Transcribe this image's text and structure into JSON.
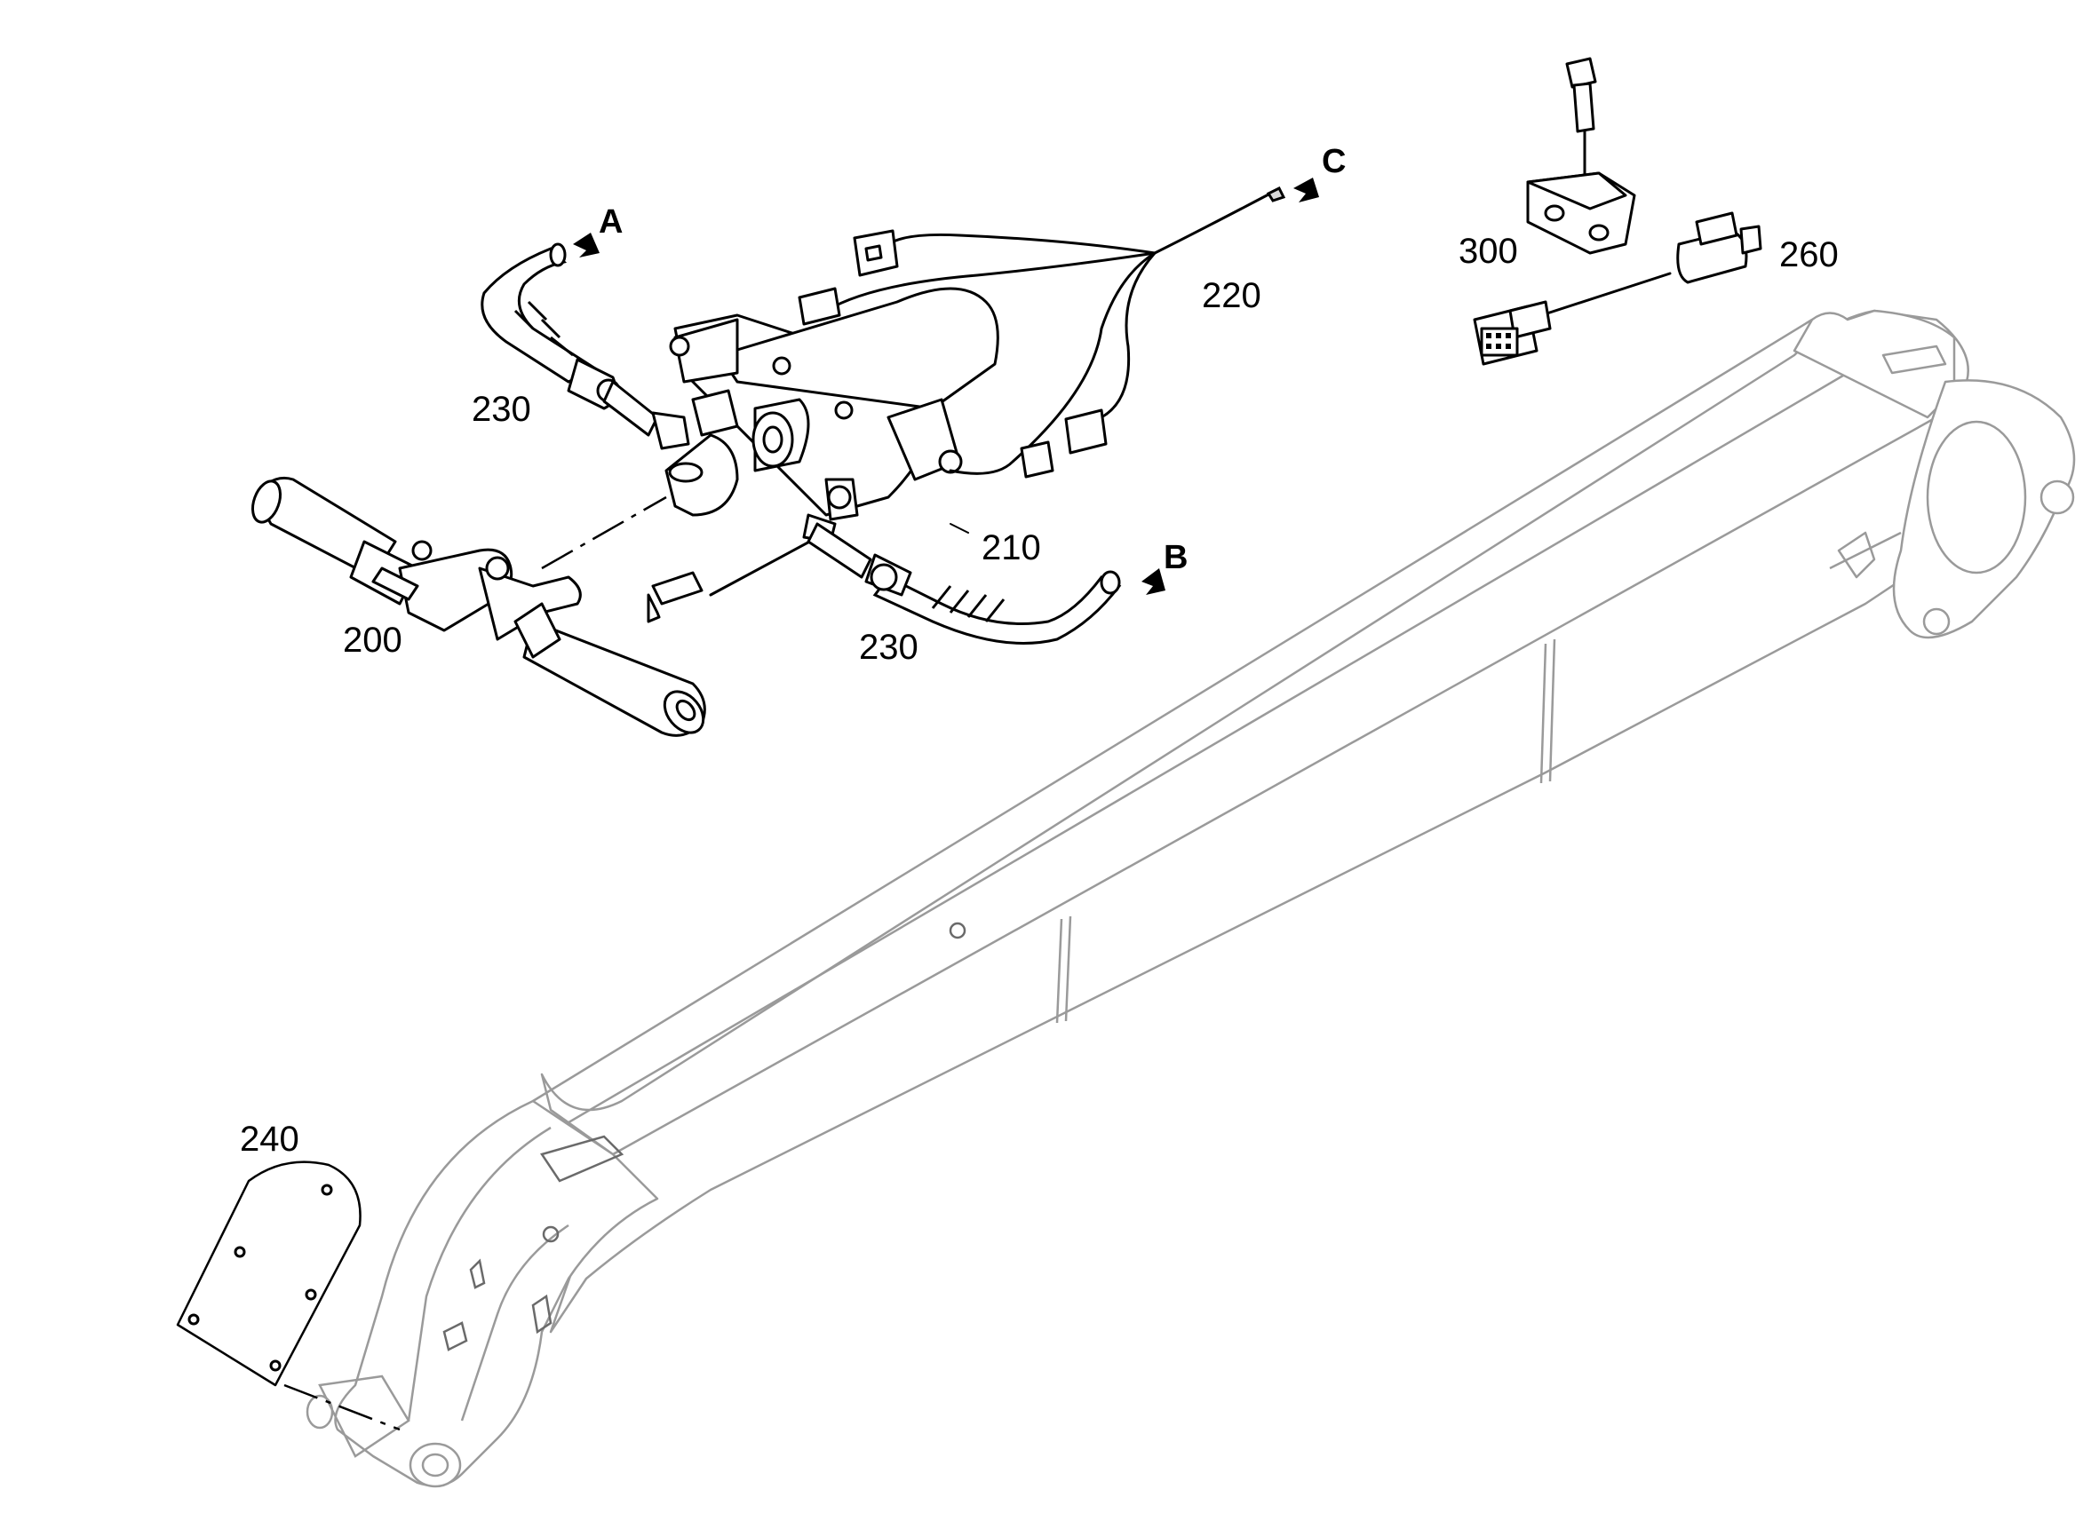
{
  "labels": {
    "p200": "200",
    "p210": "210",
    "p220": "220",
    "p230_top": "230",
    "p230_bottom": "230",
    "p240": "240",
    "p260": "260",
    "p300": "300",
    "conn_a": "A",
    "conn_b": "B",
    "conn_c": "C"
  }
}
